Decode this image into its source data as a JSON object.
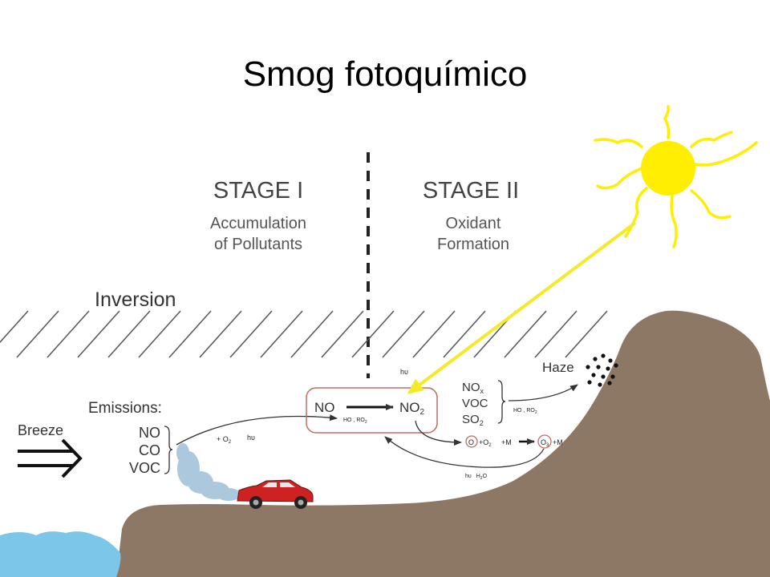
{
  "title": "Smog fotoquímico",
  "stages": [
    {
      "name": "STAGE I",
      "line1": "Accumulation",
      "line2": "of Pollutants"
    },
    {
      "name": "STAGE II",
      "line1": "Oxidant",
      "line2": "Formation"
    }
  ],
  "inversion_label": "Inversion",
  "breeze_label": "Breeze",
  "emissions": {
    "label": "Emissions:",
    "items": [
      "NO",
      "CO",
      "VOC"
    ],
    "reaction_label": "+ O",
    "reaction_sub": "2",
    "hv": "hυ"
  },
  "box": {
    "left": "NO",
    "right_main": "NO",
    "right_sub": "2",
    "catalyst": "HO , RO",
    "catalyst_sub": "2",
    "hv": "hυ"
  },
  "stage2_species": {
    "items": [
      {
        "main": "NO",
        "sub": "x"
      },
      {
        "main": "VOC",
        "sub": ""
      },
      {
        "main": "SO",
        "sub": "2"
      }
    ],
    "catalyst": "HO , RO",
    "catalyst_sub": "2"
  },
  "haze_label": "Haze",
  "ozone_reaction": {
    "o": "O",
    "plus_o2": "+O",
    "o2_sub": "2",
    "plus_m": "+M",
    "o3": "O",
    "o3_sub": "3",
    "plus_m2": "+M"
  },
  "return_label": {
    "hv": "hυ",
    "h2o": "H",
    "h2o_sub": "2",
    "h2o_end": "O"
  },
  "colors": {
    "ground": "#8d7866",
    "sun": "#ffee00",
    "sunlight": "#f5ea2a",
    "box_border": "#c06b66",
    "water": "#7cc6ea",
    "car": "#cc2222",
    "exhaust": "#9ebfd8"
  }
}
